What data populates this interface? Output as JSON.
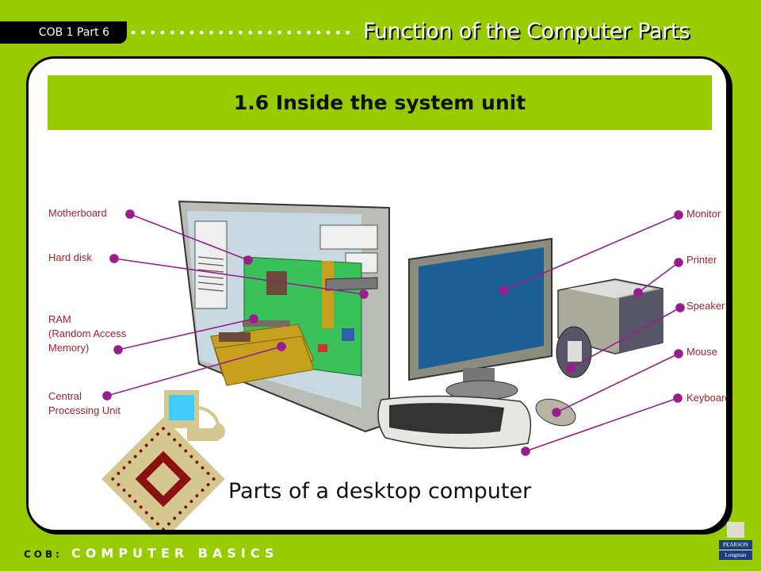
{
  "header": {
    "tag": "COB 1 Part 6",
    "title": "Function of the Computer Parts"
  },
  "slide": {
    "section_title": "1.6 Inside the system unit",
    "left_labels": [
      {
        "text": "Motherboard"
      },
      {
        "text": "Hard disk"
      },
      {
        "line1": "RAM",
        "line2": "(Random Access",
        "line3": "Memory)"
      },
      {
        "line1": "Central",
        "line2": "Processing Unit"
      }
    ],
    "right_labels": [
      "Monitor",
      "Printer",
      "Speaker",
      "Mouse",
      "Keyboard"
    ],
    "caption": "Parts of a desktop computer"
  },
  "footer": {
    "prefix": "COB:",
    "text": "COMPUTER BASICS",
    "logo_top": "PEARSON",
    "logo_bottom": "Longman"
  },
  "colors": {
    "background": "#99cc00",
    "label": "#a3202c",
    "leader": "#9b1c8c"
  }
}
